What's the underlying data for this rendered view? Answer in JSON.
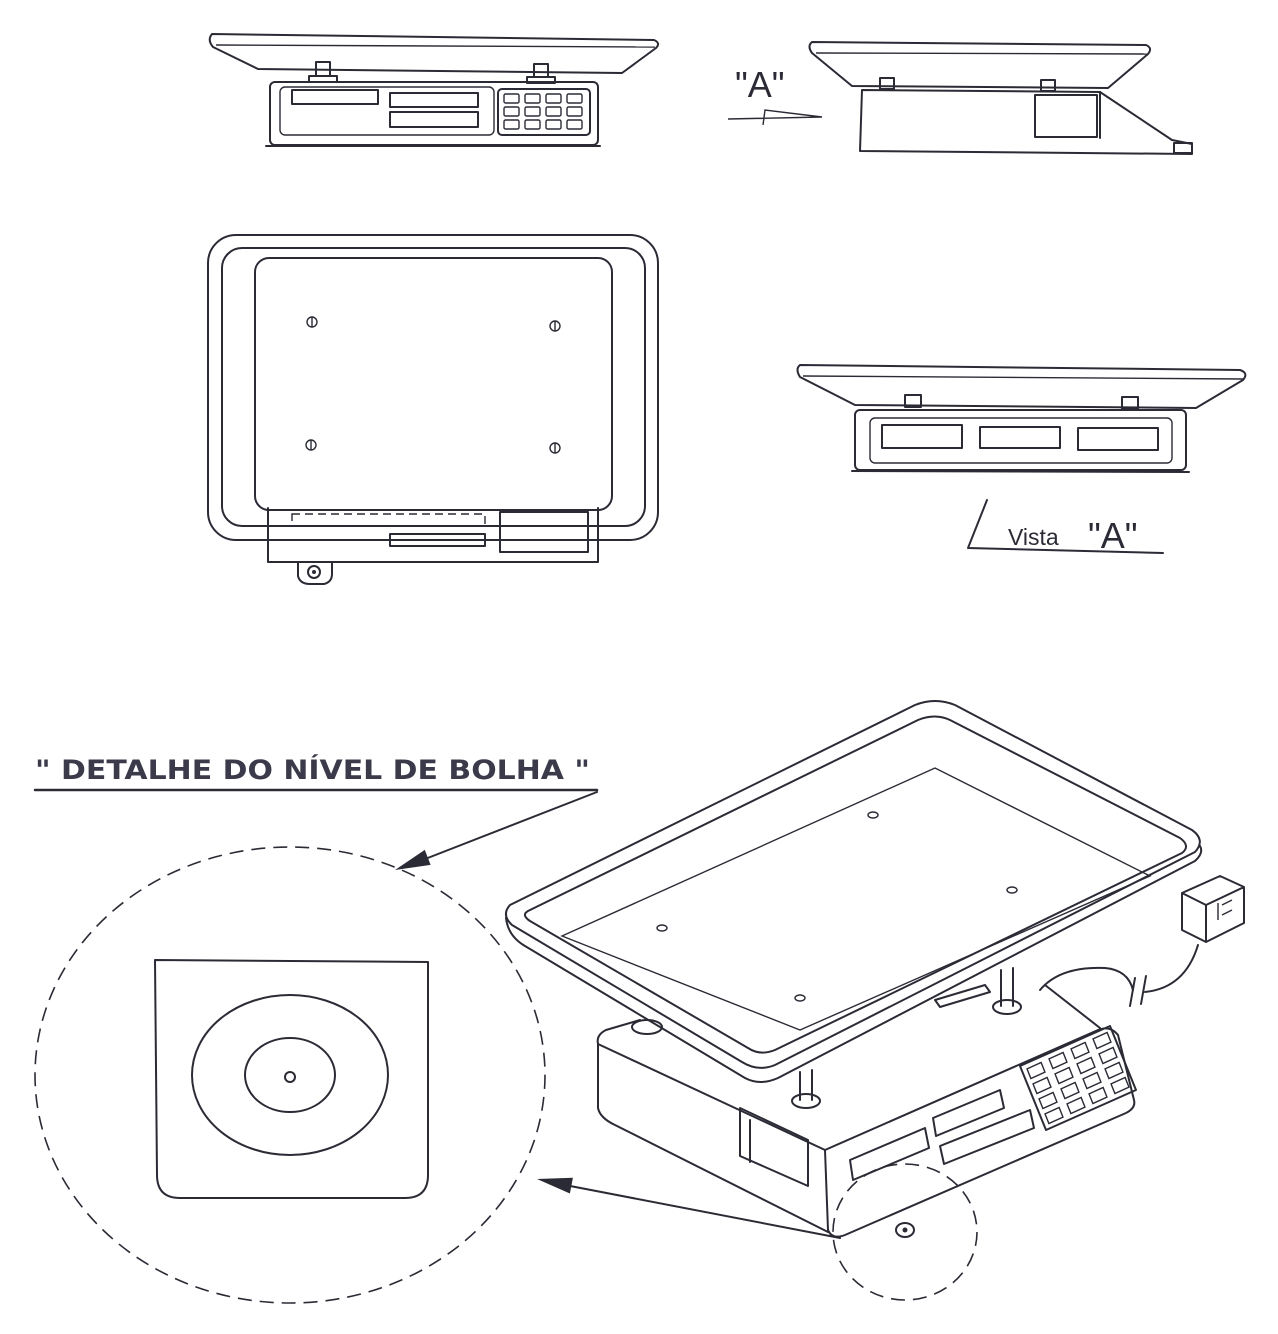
{
  "drawing": {
    "view_marker_label": "\"A\"",
    "vista_word": "Vista",
    "vista_letter": "\"A\"",
    "detail_title": "\" DETALHE DO NÍVEL DE BOLHA \""
  },
  "colors": {
    "ink": "#2b2b36",
    "paper": "#ffffff"
  }
}
